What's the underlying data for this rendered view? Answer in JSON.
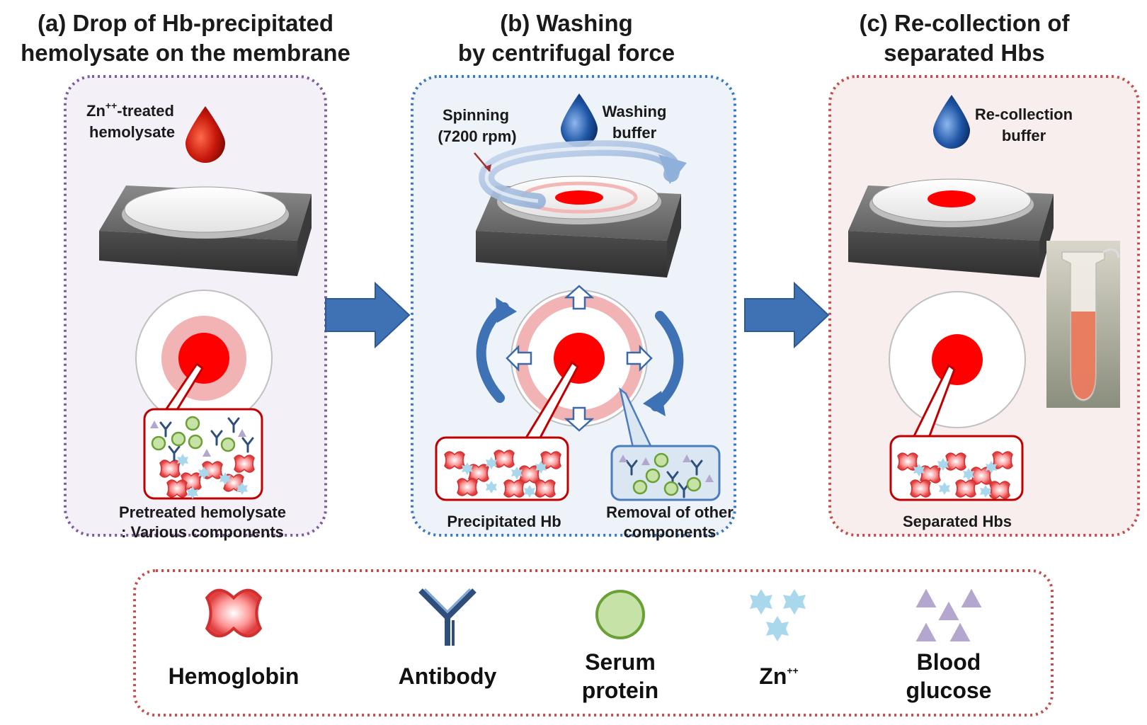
{
  "panels": [
    {
      "title_line1": "(a) Drop of Hb-precipitated",
      "title_line2": "hemolysate on the membrane",
      "drop_label_ion": "Zn",
      "drop_label_sup": "++",
      "drop_label_rest": "-treated",
      "drop_label_line2": "hemolysate",
      "caption_line1": "Pretreated hemolysate",
      "caption_line2": ": Various components"
    },
    {
      "title_line1": "(b) Washing",
      "title_line2": "by centrifugal force",
      "spin_line1": "Spinning",
      "spin_line2": "(7200 rpm)",
      "buffer_line1": "Washing",
      "buffer_line2": "buffer",
      "caption_left": "Precipitated Hb",
      "caption_right_line1": "Removal of other",
      "caption_right_line2": "components"
    },
    {
      "title_line1": "(c) Re-collection of",
      "title_line2": "separated Hbs",
      "buffer_line1": "Re-collection",
      "buffer_line2": "buffer",
      "caption": "Separated Hbs"
    }
  ],
  "legend": [
    {
      "label_line1": "Hemoglobin",
      "icon": "hemoglobin-icon"
    },
    {
      "label_line1": "Antibody",
      "icon": "antibody-icon"
    },
    {
      "label_line1": "Serum",
      "label_line2": "protein",
      "icon": "serum-protein-icon"
    },
    {
      "label_line1": "Zn",
      "label_sup": "++",
      "icon": "zinc-ion-icon"
    },
    {
      "label_line1": "Blood",
      "label_line2": "glucose",
      "icon": "blood-glucose-icon"
    }
  ],
  "colors": {
    "panel_a_border": "#7e5aa0",
    "panel_b_border": "#3b78c0",
    "panel_c_border": "#c0504d",
    "panel_a_fill": "#f3f1f7",
    "panel_b_fill": "#eef3f9",
    "panel_c_fill": "#f8eeee",
    "membrane_red": "#ff0000",
    "arrow_blue": "#3f72b5",
    "blood_drop": "#c0180e",
    "buffer_drop": "#1e4f9a"
  }
}
